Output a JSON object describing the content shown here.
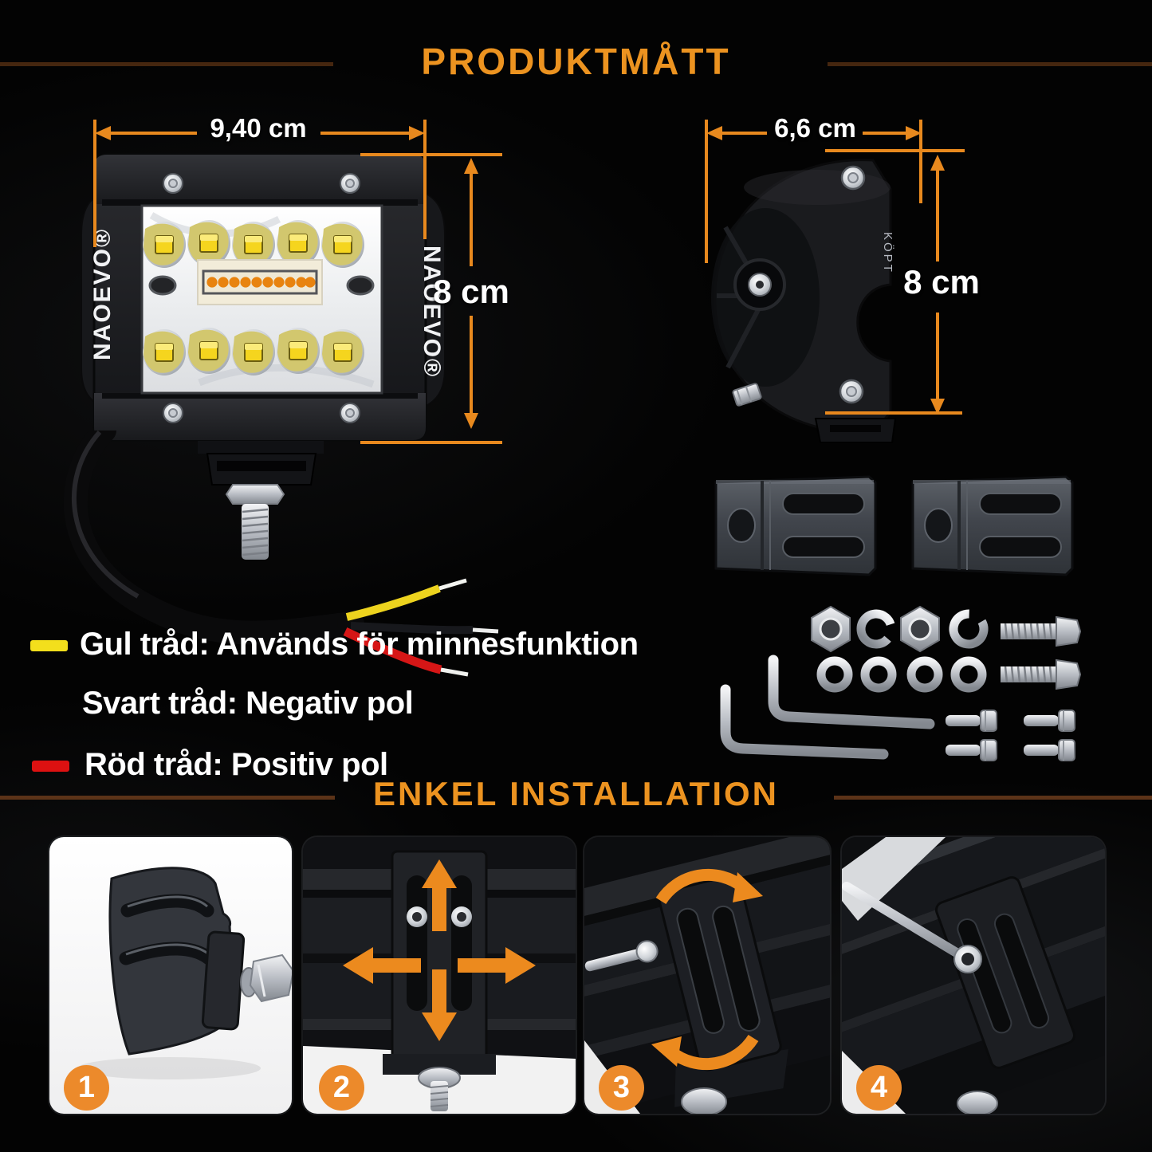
{
  "colors": {
    "accent_orange": "#EC8F1E",
    "dimension_line": "#E8891E",
    "title_orange": "#EC9320",
    "yellow_wire": "#F3DF1C",
    "red_wire": "#DD1111",
    "badge_orange": "#EC8A2B"
  },
  "sections": {
    "dimensions_title": "PRODUKTMÅTT",
    "installation_title": "ENKEL INSTALLATION"
  },
  "front_view": {
    "width_label": "9,40 cm",
    "height_label": "8 cm",
    "brand_left": "NAOEVO®",
    "brand_right": "NAOEVO®"
  },
  "side_view": {
    "width_label": "6,6 cm",
    "height_label": "8 cm",
    "brand_label": "KÖPT"
  },
  "wire_legend": {
    "items": [
      {
        "label": "Gul tråd: Används för minnesfunktion",
        "swatch": "#F3DF1C"
      },
      {
        "label": "Svart tråd: Negativ pol",
        "swatch": null
      },
      {
        "label": "Röd tråd: Positiv pol",
        "swatch": "#DD1111"
      }
    ]
  },
  "installation_steps": [
    {
      "number": "1"
    },
    {
      "number": "2"
    },
    {
      "number": "3"
    },
    {
      "number": "4"
    }
  ]
}
